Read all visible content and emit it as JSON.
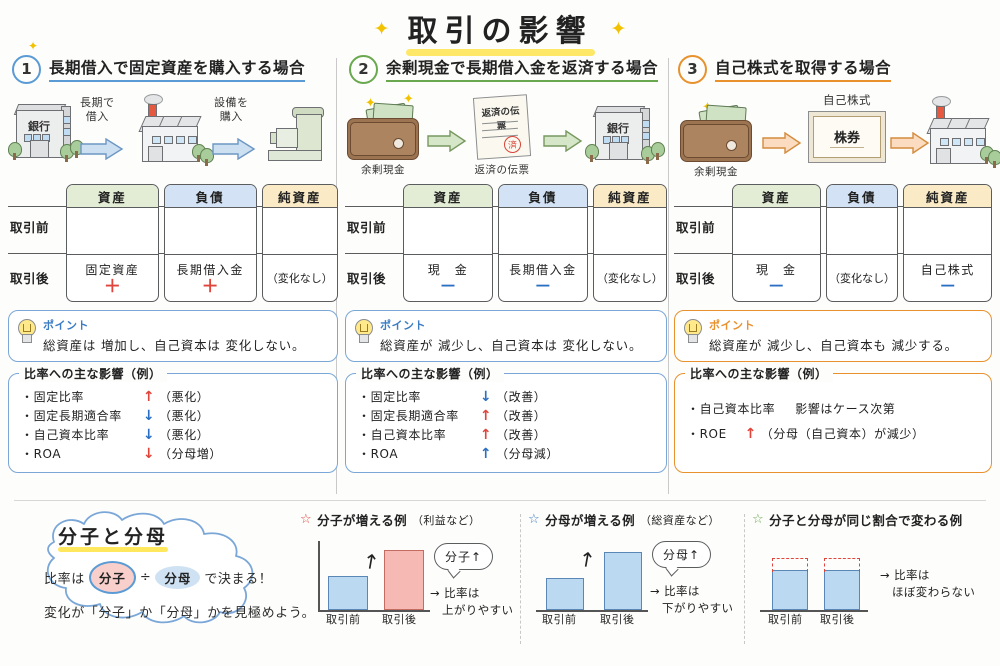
{
  "title": {
    "text": "取引の影響",
    "sparkle": "✦",
    "highlight_color": "#ffe44d"
  },
  "columns": [
    {
      "number": "1",
      "accent": "#5b9bd5",
      "heading": "長期借入で固定資産を購入する場合",
      "illustration": {
        "items": [
          {
            "name": "bank-building",
            "caption": "銀行",
            "label": "銀行"
          },
          {
            "name": "factory-building",
            "caption": "",
            "label": ""
          },
          {
            "name": "machine-equipment",
            "caption": "",
            "label": ""
          }
        ],
        "arrow_labels": [
          "長期で\n借入",
          "設備を\n購入"
        ],
        "arrow1_line1": "長期で",
        "arrow1_line2": "借入",
        "arrow2_line1": "設備を",
        "arrow2_line2": "購入",
        "arrow_color": "#8fb9e0"
      },
      "table": {
        "row_labels": [
          "取引前",
          "取引後"
        ],
        "headers": [
          "資産",
          "負債",
          "純資産"
        ],
        "before": [
          "",
          "",
          ""
        ],
        "after": [
          {
            "text": "固定資産",
            "sign": "＋",
            "sign_type": "plus"
          },
          {
            "text": "長期借入金",
            "sign": "＋",
            "sign_type": "plus"
          },
          {
            "text": "（変化なし）",
            "sign": "",
            "sign_type": "none"
          }
        ]
      },
      "point": {
        "label": "ポイント",
        "text": "総資産は 増加し、自己資本は 変化しない。"
      },
      "ratios": {
        "legend": "比率への主な影響（例）",
        "items": [
          {
            "name": "・固定比率",
            "arrow": "↑",
            "arrow_type": "up",
            "note": "（悪化）"
          },
          {
            "name": "・固定長期適合率",
            "arrow": "↓",
            "arrow_type": "down",
            "note": "（悪化）"
          },
          {
            "name": "・自己資本比率",
            "arrow": "↓",
            "arrow_type": "down",
            "note": "（悪化）"
          },
          {
            "name": "・ROA",
            "arrow": "↓",
            "arrow_type": "downr",
            "note": "（分母増）"
          }
        ]
      }
    },
    {
      "number": "2",
      "accent": "#6aa84f",
      "heading": "余剰現金で長期借入金を返済する場合",
      "illustration": {
        "items": [
          {
            "name": "wallet-cash",
            "caption": "余剰現金"
          },
          {
            "name": "repayment-slip",
            "caption": "返済の伝票"
          },
          {
            "name": "bank-building",
            "caption": ""
          }
        ],
        "slip_title": "返済の伝票",
        "slip_stamp": "済",
        "bank_label": "銀行",
        "arrow_color": "#9cbf8a"
      },
      "table": {
        "row_labels": [
          "取引前",
          "取引後"
        ],
        "headers": [
          "資産",
          "負債",
          "純資産"
        ],
        "before": [
          "",
          "",
          ""
        ],
        "after": [
          {
            "text": "現　金",
            "sign": "－",
            "sign_type": "minus"
          },
          {
            "text": "長期借入金",
            "sign": "－",
            "sign_type": "minus"
          },
          {
            "text": "（変化なし）",
            "sign": "",
            "sign_type": "none"
          }
        ]
      },
      "point": {
        "label": "ポイント",
        "text": "総資産が 減少し、自己資本は 変化しない。"
      },
      "ratios": {
        "legend": "比率への主な影響（例）",
        "items": [
          {
            "name": "・固定比率",
            "arrow": "↓",
            "arrow_type": "down",
            "note": "（改善）"
          },
          {
            "name": "・固定長期適合率",
            "arrow": "↑",
            "arrow_type": "up",
            "note": "（改善）"
          },
          {
            "name": "・自己資本比率",
            "arrow": "↑",
            "arrow_type": "up",
            "note": "（改善）"
          },
          {
            "name": "・ROA",
            "arrow": "↑",
            "arrow_type": "upb",
            "note": "（分母減）"
          }
        ]
      }
    },
    {
      "number": "3",
      "accent": "#e8912d",
      "heading": "自己株式を取得する場合",
      "illustration": {
        "items": [
          {
            "name": "wallet-cash",
            "caption": "余剰現金"
          },
          {
            "name": "share-certificate",
            "caption": ""
          },
          {
            "name": "factory-building",
            "caption": ""
          }
        ],
        "cert_title": "自己株式",
        "cert_text": "株券",
        "arrow_color": "#f0a860"
      },
      "table": {
        "row_labels": [
          "取引前",
          "取引後"
        ],
        "headers": [
          "資産",
          "負債",
          "純資産"
        ],
        "before": [
          "",
          "",
          ""
        ],
        "after": [
          {
            "text": "現　金",
            "sign": "－",
            "sign_type": "minus"
          },
          {
            "text": "（変化なし）",
            "sign": "",
            "sign_type": "none"
          },
          {
            "text": "自己株式",
            "sign": "－",
            "sign_type": "minus"
          }
        ]
      },
      "point": {
        "label": "ポイント",
        "text": "総資産が 減少し、自己資本も 減少する。"
      },
      "ratios": {
        "legend": "比率への主な影響（例）",
        "items": [
          {
            "name": "・自己資本比率",
            "arrow": "",
            "arrow_type": "none",
            "note": "影響はケース次第"
          },
          {
            "name": "・ROE",
            "arrow": "↑",
            "arrow_type": "up",
            "note": "（分母（自己資本）が減少）"
          }
        ]
      }
    }
  ],
  "bottom": {
    "cloud": {
      "title": "分子と分母",
      "line1_pre": "比率は",
      "numerator": "分子",
      "divide": "÷",
      "denominator": "分母",
      "line1_post": "で決まる！",
      "line2": "変化が「分子」か「分母」かを見極めよう。"
    },
    "examples": [
      {
        "star": "☆",
        "star_color": "#e0453c",
        "title": "分子が増える例",
        "subtitle": "（利益など）",
        "bubble": "分子↑",
        "conclusion_line1": "→ 比率は",
        "conclusion_line2": "上がりやすい",
        "bars": [
          {
            "label": "取引前",
            "value": 45,
            "color": "blue"
          },
          {
            "label": "取引後",
            "value": 82,
            "color": "red"
          }
        ],
        "has_trend_arrow": true
      },
      {
        "star": "☆",
        "star_color": "#3b7cc4",
        "title": "分母が増える例",
        "subtitle": "（総資産など）",
        "bubble": "分母↑",
        "conclusion_line1": "→ 比率は",
        "conclusion_line2": "下がりやすい",
        "bars": [
          {
            "label": "取引前",
            "value": 42,
            "color": "blue"
          },
          {
            "label": "取引後",
            "value": 80,
            "color": "blue"
          }
        ],
        "has_trend_arrow": true
      },
      {
        "star": "☆",
        "star_color": "#6aa84f",
        "title": "分子と分母が同じ割合で変わる例",
        "subtitle": "",
        "bubble": "",
        "conclusion_line1": "→ 比率は",
        "conclusion_line2": "ほぼ変わらない",
        "bars": [
          {
            "label": "取引前",
            "value": 52,
            "color": "blue",
            "dashed_top": 18
          },
          {
            "label": "取引後",
            "value": 52,
            "color": "blue",
            "dashed_top": 18
          }
        ],
        "has_trend_arrow": false
      }
    ]
  },
  "chart_data": [
    {
      "type": "bar",
      "title": "分子が増える例（利益など）",
      "categories": [
        "取引前",
        "取引後"
      ],
      "values": [
        45,
        82
      ],
      "colors": [
        "#bcd9f2",
        "#f6b9b3"
      ],
      "annotation": "分子↑ → 比率は上がりやすい",
      "ylim": [
        0,
        100
      ],
      "grid": false,
      "legend": "none"
    },
    {
      "type": "bar",
      "title": "分母が増える例（総資産など）",
      "categories": [
        "取引前",
        "取引後"
      ],
      "values": [
        42,
        80
      ],
      "colors": [
        "#bcd9f2",
        "#bcd9f2"
      ],
      "annotation": "分母↑ → 比率は下がりやすい",
      "ylim": [
        0,
        100
      ],
      "grid": false,
      "legend": "none"
    },
    {
      "type": "bar",
      "title": "分子と分母が同じ割合で変わる例",
      "categories": [
        "取引前",
        "取引後"
      ],
      "values": [
        52,
        52
      ],
      "dashed_increment": [
        18,
        18
      ],
      "colors": [
        "#bcd9f2",
        "#bcd9f2"
      ],
      "annotation": "→ 比率はほぼ変わらない",
      "ylim": [
        0,
        100
      ],
      "grid": false,
      "legend": "none"
    }
  ]
}
